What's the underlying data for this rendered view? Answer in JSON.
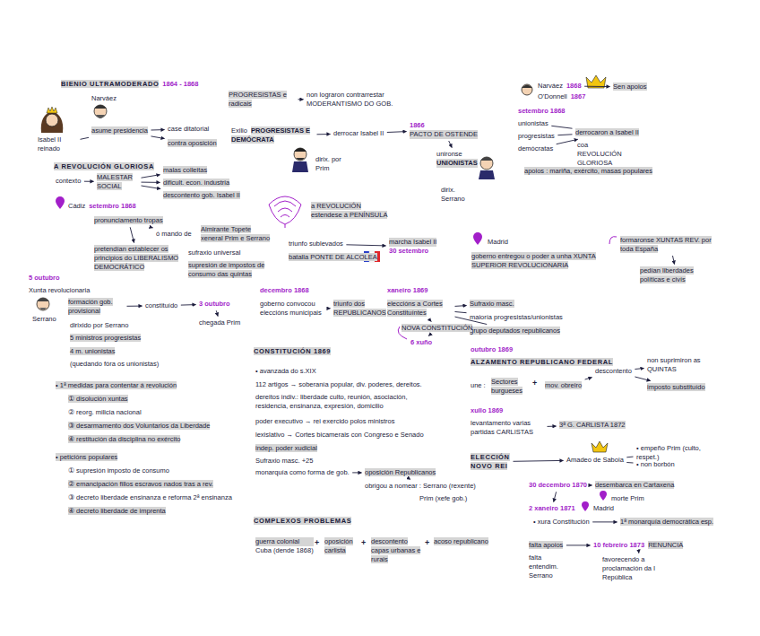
{
  "diagram": {
    "nodes": [
      {
        "text": [
          "BIENIO ULTRAMODERADO",
          "1864 - 1868"
        ]
      },
      {
        "text": [
          "Isabel II",
          "reinado"
        ]
      },
      {
        "text": [
          "Narváez"
        ]
      },
      {
        "text": [
          "asume presidencia"
        ]
      },
      {
        "text": [
          "case ditatorial"
        ]
      },
      {
        "text": [
          "contra oposición"
        ]
      },
      {
        "text": [
          "A REVOLUCIÓN GLORIOSA"
        ]
      },
      {
        "text": [
          "contexto"
        ]
      },
      {
        "text": [
          "MALESTAR SOCIAL"
        ]
      },
      {
        "text": [
          "malas colleitas"
        ]
      },
      {
        "text": [
          "dificult. econ. industria"
        ]
      },
      {
        "text": [
          "descontento gob. Isabel II"
        ]
      },
      {
        "text": [
          "Cádiz",
          "setembro 1868"
        ]
      },
      {
        "text": [
          "pronunciamento tropas"
        ]
      },
      {
        "text": [
          "ó mando de"
        ]
      },
      {
        "text": [
          "Almirante Topete xeneral Prim e Serrano"
        ]
      },
      {
        "text": [
          "pretendían establecer os principios do LIBERALISMO DEMOCRÁTICO"
        ]
      },
      {
        "text": [
          "sufraxio universal"
        ]
      },
      {
        "text": [
          "supresión de impostos de consumo das quintas"
        ]
      },
      {
        "text": [
          "5 outubro"
        ]
      },
      {
        "text": [
          "Xunta revolucionaria"
        ]
      },
      {
        "text": [
          "Serrano"
        ]
      },
      {
        "text": [
          "formación gob. provisional"
        ]
      },
      {
        "text": [
          "constituído"
        ]
      },
      {
        "text": [
          "3 outubro"
        ]
      },
      {
        "text": [
          "chegada Prim"
        ]
      },
      {
        "text": [
          "dirixido por Serrano"
        ]
      },
      {
        "text": [
          "5 ministros progresistas"
        ]
      },
      {
        "text": [
          "4 m. unionistas"
        ]
      },
      {
        "text": [
          "(quedando fóra os unionistas)"
        ]
      },
      {
        "text": [
          "• 1ª medidas para contentar á revolución"
        ]
      },
      {
        "text": [
          "① disolución xuntas"
        ]
      },
      {
        "text": [
          "② reorg. milicia nacional"
        ]
      },
      {
        "text": [
          "③ desarmamento dos Voluntarios da Liberdade"
        ]
      },
      {
        "text": [
          "④ restitución da disciplina no exército"
        ]
      },
      {
        "text": [
          "• peticións populares"
        ]
      },
      {
        "text": [
          "① supresión imposto de consumo"
        ]
      },
      {
        "text": [
          "② emancipación fillos escravos nados tras a rev."
        ]
      },
      {
        "text": [
          "③ decreto liberdade ensinanza e reforma 2ª ensinanza"
        ]
      },
      {
        "text": [
          "④ decreto liberdade de imprenta"
        ]
      },
      {
        "text": [
          "PROGRESISTAS e radicais"
        ]
      },
      {
        "text": [
          "non lograron contrarrestar MODERANTISMO DO GOB."
        ]
      },
      {
        "text": [
          "Exilio",
          "PROGRESISTAS E DEMÓCRATA"
        ]
      },
      {
        "text": [
          "dirix. por Prim"
        ]
      },
      {
        "text": [
          "derrocar Isabel II"
        ]
      },
      {
        "text": [
          "1866",
          "PACTO DE OSTENDE"
        ]
      },
      {
        "text": [
          "unironse",
          "UNIONISTAS"
        ]
      },
      {
        "text": [
          "dirix. Serrano"
        ]
      },
      {
        "text": [
          "a REVOLUCIÓN estendese á PENÍNSULA"
        ]
      },
      {
        "text": [
          "triunfo sublevados"
        ]
      },
      {
        "text": [
          "batalla PONTE DE ALCOLEA"
        ]
      },
      {
        "text": [
          "marcha Isabel II",
          "30 setembro"
        ]
      },
      {
        "text": [
          "Madrid"
        ]
      },
      {
        "text": [
          "goberno entregou o poder a unha XUNTA SUPERIOR REVOLUCIONARIA"
        ]
      },
      {
        "text": [
          "formaronse XUNTAS REV. por toda España"
        ]
      },
      {
        "text": [
          "pedían liberdades políticas e civís"
        ]
      },
      {
        "text": [
          "decembro 1868"
        ]
      },
      {
        "text": [
          "goberno convocou eleccións municipais"
        ]
      },
      {
        "text": [
          "triunfo dos REPUBLICANOS"
        ]
      },
      {
        "text": [
          "xaneiro 1869"
        ]
      },
      {
        "text": [
          "eleccións a Cortes Constituíntes"
        ]
      },
      {
        "text": [
          "Sufraxio masc."
        ]
      },
      {
        "text": [
          "maioría progresistas/unionistas"
        ]
      },
      {
        "text": [
          "grupo deputados republicanos"
        ]
      },
      {
        "text": [
          "NOVA CONSTITUCIÓN"
        ]
      },
      {
        "text": [
          "6 xuño"
        ]
      },
      {
        "text": [
          "CONSTITUCIÓN 1869"
        ]
      },
      {
        "text": [
          "• avanzada do s.XIX"
        ]
      },
      {
        "text": [
          "112 artigos → soberanía popular, div. poderes, dereitos."
        ]
      },
      {
        "text": [
          "dereitos indiv.: liberdade culto, reunión, asociación, residencia, ensinanza, expresión, domicilio"
        ]
      },
      {
        "text": [
          "poder executivo → rei exercido polos ministros"
        ]
      },
      {
        "text": [
          "lexislativo → Cortes bicamerais con Congreso e Senado"
        ]
      },
      {
        "text": [
          "indep. poder xudicial"
        ]
      },
      {
        "text": [
          "Sufraxio masc. +25"
        ]
      },
      {
        "text": [
          "monarquía como forma de gob."
        ]
      },
      {
        "text": [
          "oposición Republicanos"
        ]
      },
      {
        "text": [
          "obrigou a nomear : Serrano (rexente)"
        ]
      },
      {
        "text": [
          "Prim (xefe gob.)"
        ]
      },
      {
        "text": [
          "COMPLEXOS PROBLEMAS"
        ]
      },
      {
        "text": [
          "guerra colonial",
          "Cuba (dende 1868)"
        ]
      },
      {
        "text": [
          "oposición carlista"
        ]
      },
      {
        "text": [
          "descontento capas urbanas e rurais"
        ]
      },
      {
        "text": [
          "acoso republicano"
        ]
      },
      {
        "text": [
          "Narváez",
          "1868"
        ]
      },
      {
        "text": [
          "O'Donnell",
          "1867"
        ]
      },
      {
        "text": [
          "Sen apoios"
        ]
      },
      {
        "text": [
          "setembro 1868"
        ]
      },
      {
        "text": [
          "unionistas"
        ]
      },
      {
        "text": [
          "progresistas"
        ]
      },
      {
        "text": [
          "demócratas"
        ]
      },
      {
        "text": [
          "derrocaron a Isabel II"
        ]
      },
      {
        "text": [
          "coa REVOLUCIÓN GLORIOSA"
        ]
      },
      {
        "text": [
          "apoios : mariña, exército, masas populares"
        ]
      },
      {
        "text": [
          "outubro 1869"
        ]
      },
      {
        "text": [
          "ALZAMENTO REPUBLICANO FEDERAL"
        ]
      },
      {
        "text": [
          "une :"
        ]
      },
      {
        "text": [
          "Sectores burgueses"
        ]
      },
      {
        "text": [
          "mov. obreiro"
        ]
      },
      {
        "text": [
          "descontento"
        ]
      },
      {
        "text": [
          "non suprimiron as QUINTAS"
        ]
      },
      {
        "text": [
          "imposto substituído"
        ]
      },
      {
        "text": [
          "xullo 1869"
        ]
      },
      {
        "text": [
          "levantamento varias partidas CARLISTAS"
        ]
      },
      {
        "text": [
          "3ª G. CARLISTA 1872"
        ]
      },
      {
        "text": [
          "ELECCIÓN NOVO REI"
        ]
      },
      {
        "text": [
          "Amadeo de Saboia"
        ]
      },
      {
        "text": [
          "• empeño Prim (culto, respet.)"
        ]
      },
      {
        "text": [
          "• non borbón"
        ]
      },
      {
        "text": [
          "30 decembro 1870"
        ]
      },
      {
        "text": [
          "desembarca en Cartaxena"
        ]
      },
      {
        "text": [
          "morte Prim"
        ]
      },
      {
        "text": [
          "2 xaneiro 1871"
        ]
      },
      {
        "text": [
          "Madrid"
        ]
      },
      {
        "text": [
          "• xura Constitución"
        ]
      },
      {
        "text": [
          "1ª monarquía democrática esp."
        ]
      },
      {
        "text": [
          "falta apoios"
        ]
      },
      {
        "text": [
          "10 febreiro 1873",
          "RENUNCIA"
        ]
      },
      {
        "text": [
          "falta entendim. Serrano"
        ]
      },
      {
        "text": [
          "favorecendo a proclamación da I República"
        ]
      }
    ],
    "edges": [
      {
        "from": 1,
        "to": 3,
        "arrow": "none"
      },
      {
        "from": 3,
        "to": 4,
        "arrow": "to"
      },
      {
        "from": 3,
        "to": 5,
        "arrow": "to"
      },
      {
        "from": 7,
        "to": 8,
        "arrow": "to"
      },
      {
        "from": 8,
        "to": 9,
        "arrow": "to"
      },
      {
        "from": 8,
        "to": 10,
        "arrow": "to"
      },
      {
        "from": 8,
        "to": 11,
        "arrow": "to"
      },
      {
        "from": 13,
        "to": 14,
        "arrow": "to"
      },
      {
        "from": 13,
        "to": 16,
        "arrow": "to"
      },
      {
        "from": 16,
        "to": 17,
        "arrow": "none"
      },
      {
        "from": 16,
        "to": 18,
        "arrow": "none"
      },
      {
        "from": 22,
        "to": 23,
        "arrow": "to"
      },
      {
        "from": 23,
        "to": 24,
        "arrow": "to"
      },
      {
        "from": 24,
        "to": 25,
        "arrow": "to"
      },
      {
        "from": 40,
        "to": 41,
        "arrow": "to"
      },
      {
        "from": 42,
        "to": 44,
        "arrow": "to"
      },
      {
        "from": 44,
        "to": 45,
        "arrow": "to"
      },
      {
        "from": 45,
        "to": 46,
        "arrow": "to"
      },
      {
        "from": 49,
        "to": 51,
        "arrow": "to"
      },
      {
        "from": 54,
        "to": 55,
        "arrow": "to"
      },
      {
        "from": 57,
        "to": 58,
        "arrow": "to"
      },
      {
        "from": 60,
        "to": 61,
        "arrow": "to"
      },
      {
        "from": 60,
        "to": 62,
        "arrow": "none"
      },
      {
        "from": 60,
        "to": 63,
        "arrow": "none"
      },
      {
        "from": 60,
        "to": 64,
        "arrow": "to"
      },
      {
        "from": 64,
        "to": 65,
        "arrow": "to"
      },
      {
        "from": 74,
        "to": 75,
        "arrow": "to"
      },
      {
        "from": 75,
        "to": 76,
        "arrow": "to"
      },
      {
        "from": 83,
        "to": 85,
        "arrow": "to"
      },
      {
        "from": 87,
        "to": 90,
        "arrow": "none"
      },
      {
        "from": 88,
        "to": 90,
        "arrow": "none"
      },
      {
        "from": 89,
        "to": 90,
        "arrow": "to"
      },
      {
        "from": 97,
        "to": 98,
        "arrow": "to"
      },
      {
        "from": 98,
        "to": 99,
        "arrow": "to"
      },
      {
        "from": 98,
        "to": 100,
        "arrow": "to"
      },
      {
        "from": 102,
        "to": 103,
        "arrow": "to"
      },
      {
        "from": 104,
        "to": 105,
        "arrow": "to"
      },
      {
        "from": 105,
        "to": 106,
        "arrow": "none"
      },
      {
        "from": 105,
        "to": 107,
        "arrow": "none"
      },
      {
        "from": 108,
        "to": 109,
        "arrow": "to"
      },
      {
        "from": 108,
        "to": 111,
        "arrow": "to"
      },
      {
        "from": 113,
        "to": 114,
        "arrow": "to"
      },
      {
        "from": 115,
        "to": 116,
        "arrow": "to"
      },
      {
        "from": 116,
        "to": 118,
        "arrow": "to"
      }
    ],
    "labels": [
      "+",
      "+",
      "+",
      "+"
    ]
  }
}
